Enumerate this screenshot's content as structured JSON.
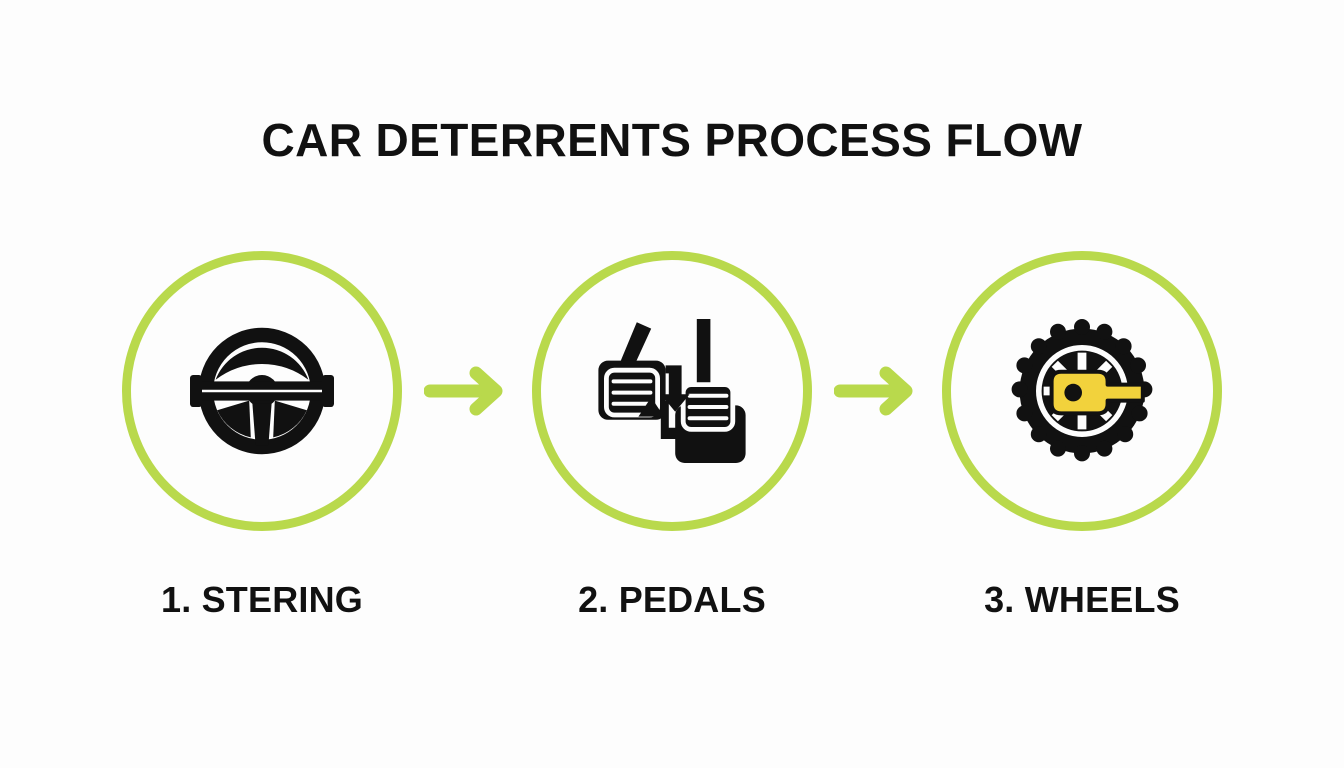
{
  "title": "CAR DETERRENTS PROCESS FLOW",
  "colors": {
    "background": "#fdfdfd",
    "accent_green": "#b9d94c",
    "icon_black": "#111111",
    "lock_yellow": "#f2d23c",
    "text": "#111111"
  },
  "steps": [
    {
      "number": "1",
      "label": "1. STERING",
      "icon": "steering-wheel-lock-icon"
    },
    {
      "number": "2",
      "label": "2. PEDALS",
      "icon": "pedal-lock-icon"
    },
    {
      "number": "3",
      "label": "3. WHEELS",
      "icon": "wheel-clamp-icon"
    }
  ],
  "connectors": [
    {
      "icon": "arrow-right-icon"
    },
    {
      "icon": "arrow-right-icon"
    }
  ]
}
